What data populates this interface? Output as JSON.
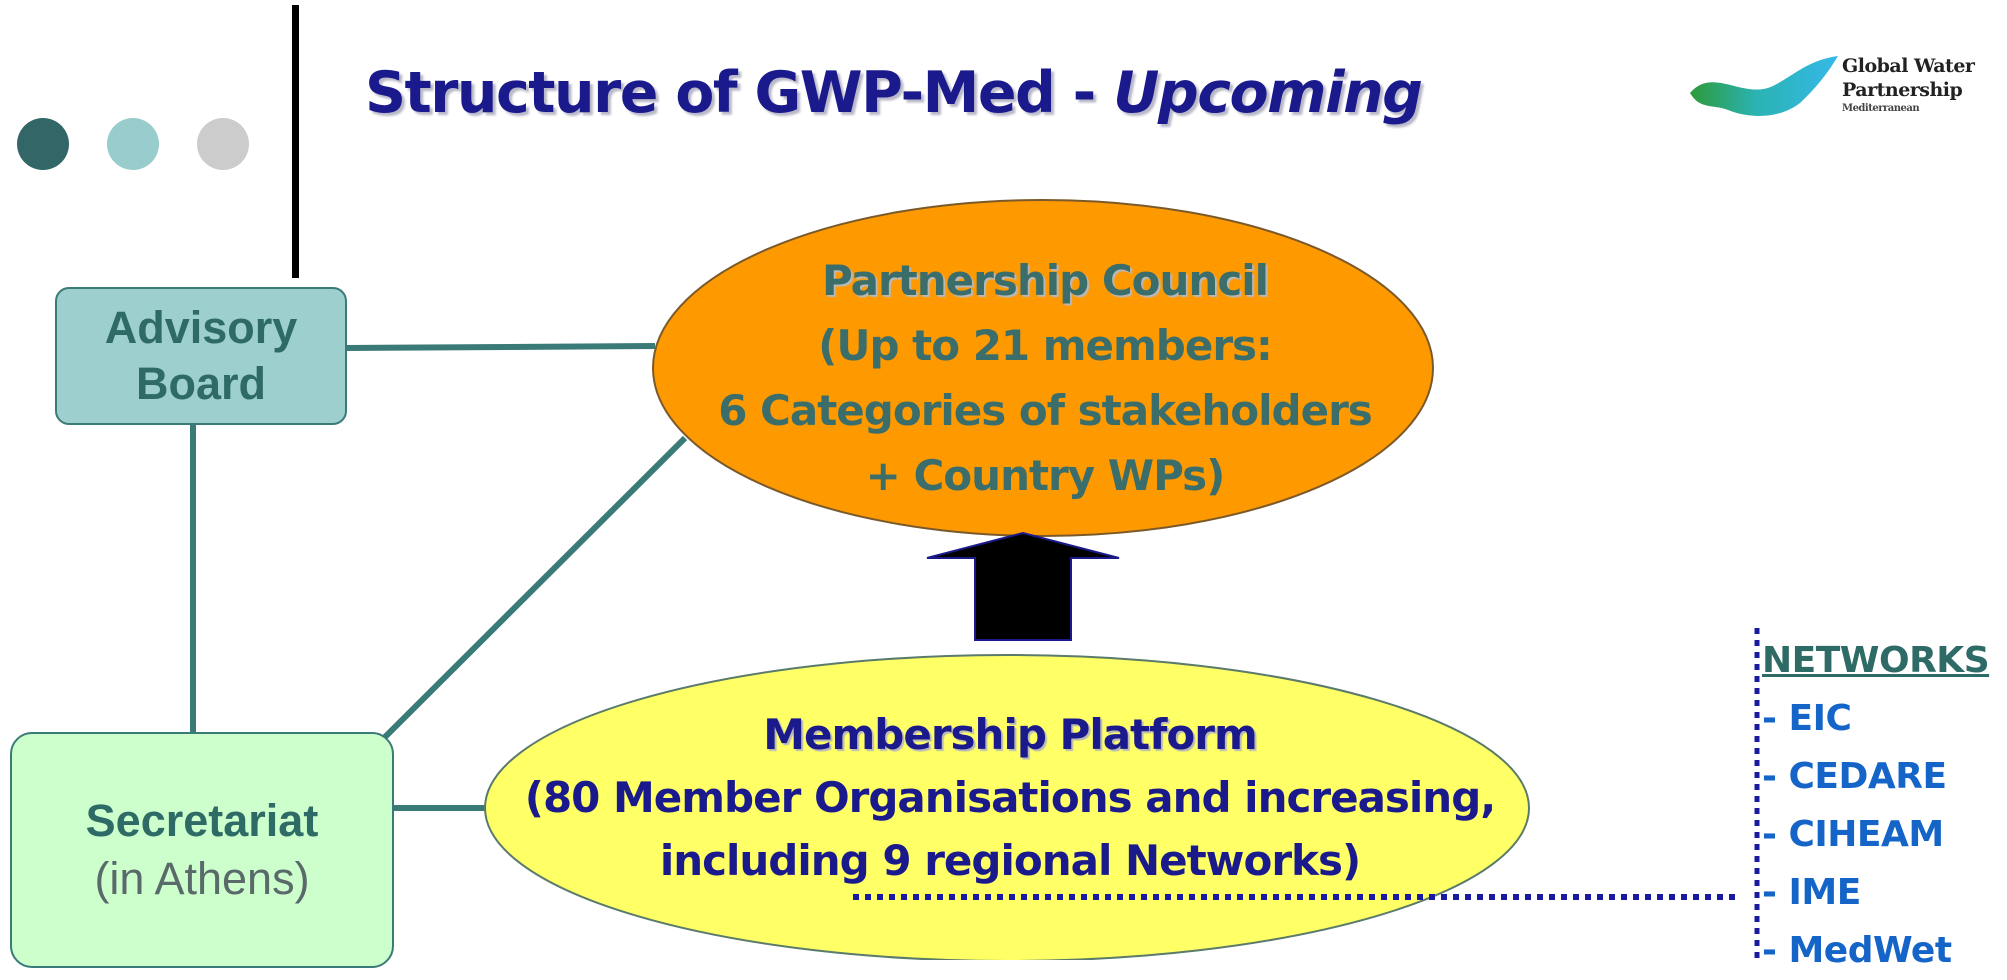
{
  "title": {
    "main": "Structure of GWP-Med - ",
    "italic": "Upcoming"
  },
  "logo": {
    "line1": "Global Water",
    "line2": "Partnership",
    "line3": "Mediterranean"
  },
  "advisory_board": {
    "line1": "Advisory",
    "line2": "Board"
  },
  "secretariat": {
    "line1": "Secretariat",
    "line2": "(in Athens)"
  },
  "partnership_council": {
    "heading": "Partnership Council",
    "line1": "(Up to 21 members:",
    "line2": "6 Categories of stakeholders",
    "line3": "+ Country WPs)"
  },
  "membership_platform": {
    "heading": "Membership Platform",
    "line1": "(80 Member Organisations and increasing,",
    "line2": "including 9 regional Networks)"
  },
  "networks": {
    "heading": "NETWORKS",
    "items": [
      "- EIC",
      "- CEDARE",
      "- CIHEAM",
      "- IME",
      "- MedWet"
    ]
  },
  "colors": {
    "title": "#1a1a8c",
    "council_fill": "#ff9900",
    "platform_fill": "#ffff66",
    "advisory_fill": "#9ecfcf",
    "secretariat_fill": "#ccffcc",
    "connector": "#3a7a77",
    "network_link": "#1a1aa0"
  },
  "icons": [
    "dot-dark-icon",
    "dot-light-icon",
    "dot-grey-icon",
    "gwp-wave-logo-icon",
    "up-arrow-icon"
  ]
}
